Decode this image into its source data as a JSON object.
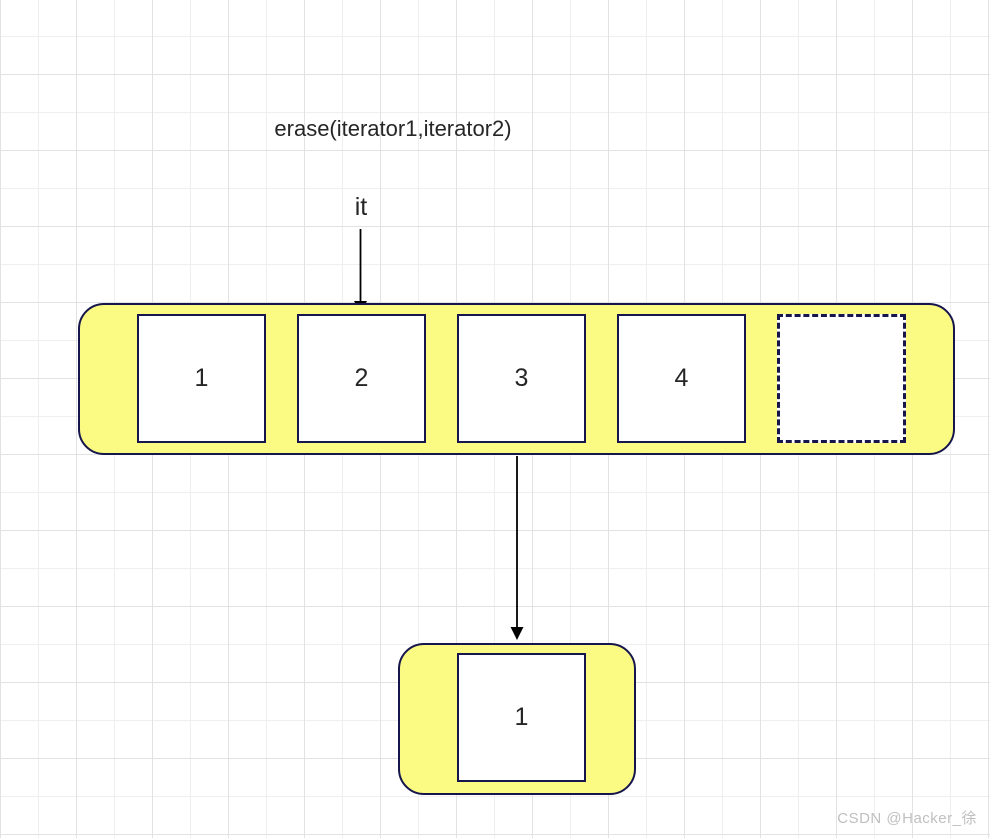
{
  "diagram": {
    "title": "erase(iterator1,iterator2)",
    "iterator_label": "it",
    "vector": {
      "cells": [
        "1",
        "2",
        "3",
        "4",
        ""
      ]
    },
    "result": {
      "cells": [
        "1"
      ]
    },
    "watermark": "CSDN @Hacker_徐",
    "colors": {
      "container_fill": "#FBFB84",
      "container_border": "#16164C",
      "cell_fill": "#FFFFFF",
      "cell_border": "#16164C",
      "arrow": "#000000",
      "grid_minor": "#EFEFEF",
      "grid_major": "#E2E2E2",
      "watermark_color": "#BFBFBF",
      "text": "#262626"
    }
  }
}
